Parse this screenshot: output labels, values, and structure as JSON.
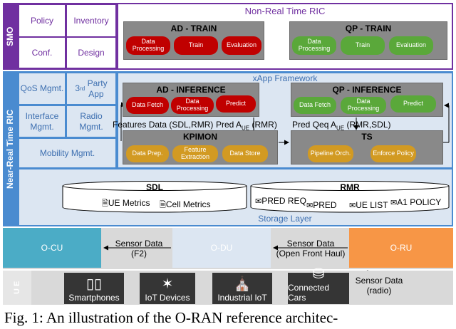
{
  "smo": {
    "label": "SMO",
    "cells": [
      "Policy",
      "Inventory",
      "Conf.",
      "Design"
    ],
    "title": "Non-Real Time RIC",
    "ad_train": {
      "title": "AD - TRAIN",
      "items": [
        "Data Processing",
        "Train",
        "Evaluation"
      ]
    },
    "qp_train": {
      "title": "QP - TRAIN",
      "items": [
        "Data Processing",
        "Train",
        "Evaluation"
      ]
    }
  },
  "nrt": {
    "label": "Near-Real Time RIC",
    "cells": [
      "QoS Mgmt.",
      "3rd Party App",
      "Interface Mgmt.",
      "Radio Mgmt.",
      "Mobility Mgmt."
    ],
    "xapp_framework": "xApp Framework",
    "ad_inference": {
      "title": "AD - INFERENCE",
      "items": [
        "Data Fetch",
        "Data Processing",
        "Predict"
      ]
    },
    "qp_inference": {
      "title": "QP - INFERENCE",
      "items": [
        "Data Fetch",
        "Data Processing",
        "Predict"
      ]
    },
    "kpimon": {
      "title": "KPIMON",
      "items": [
        "Data Prep.",
        "Feature Extraction",
        "Data Store"
      ]
    },
    "ts": {
      "title": "TS",
      "items": [
        "Pipeline Orch.",
        "Enforce Policy"
      ]
    },
    "features_label": "Features Data (SDL,RMR)",
    "pred_a_label": "Pred A_UE (RMR)",
    "pred_qeq_label": "Pred Qeq A_UE (RMR,SDL)",
    "sdl": {
      "title": "SDL",
      "items": [
        "UE Metrics",
        "Cell Metrics"
      ]
    },
    "rmr": {
      "title": "RMR",
      "items": [
        "PRED REQ",
        "PRED",
        "UE LIST",
        "A1 POLICY"
      ]
    },
    "storage_layer": "Storage Layer"
  },
  "ran": {
    "o_cu": "O-CU",
    "o_du": "O-DU",
    "o_ru": "O-RU",
    "sensor_f2": "Sensor Data\n(F2)",
    "sensor_fronthaul": "Sensor Data\n(Open Front Haul)",
    "sensor_radio": "Sensor Data\n(radio)"
  },
  "ue": {
    "label": "U E",
    "devices": [
      {
        "label": "Smartphones",
        "icon": "smartphone-icon"
      },
      {
        "label": "IoT Devices",
        "icon": "drone-icon"
      },
      {
        "label": "Industrial IoT",
        "icon": "factory-icon"
      },
      {
        "label": "Connected Cars",
        "icon": "car-icon"
      }
    ]
  },
  "caption": "Fig. 1: An illustration of the O-RAN reference architec-",
  "colors": {
    "purple": "#7030a0",
    "blue_band": "#4a8bd0",
    "light_blue": "#dce6f2",
    "teal": "#4bacc6",
    "orange": "#f79646",
    "red": "#c00000",
    "green": "#5aa83a",
    "gold": "#d29a22",
    "dark": "#353535"
  }
}
